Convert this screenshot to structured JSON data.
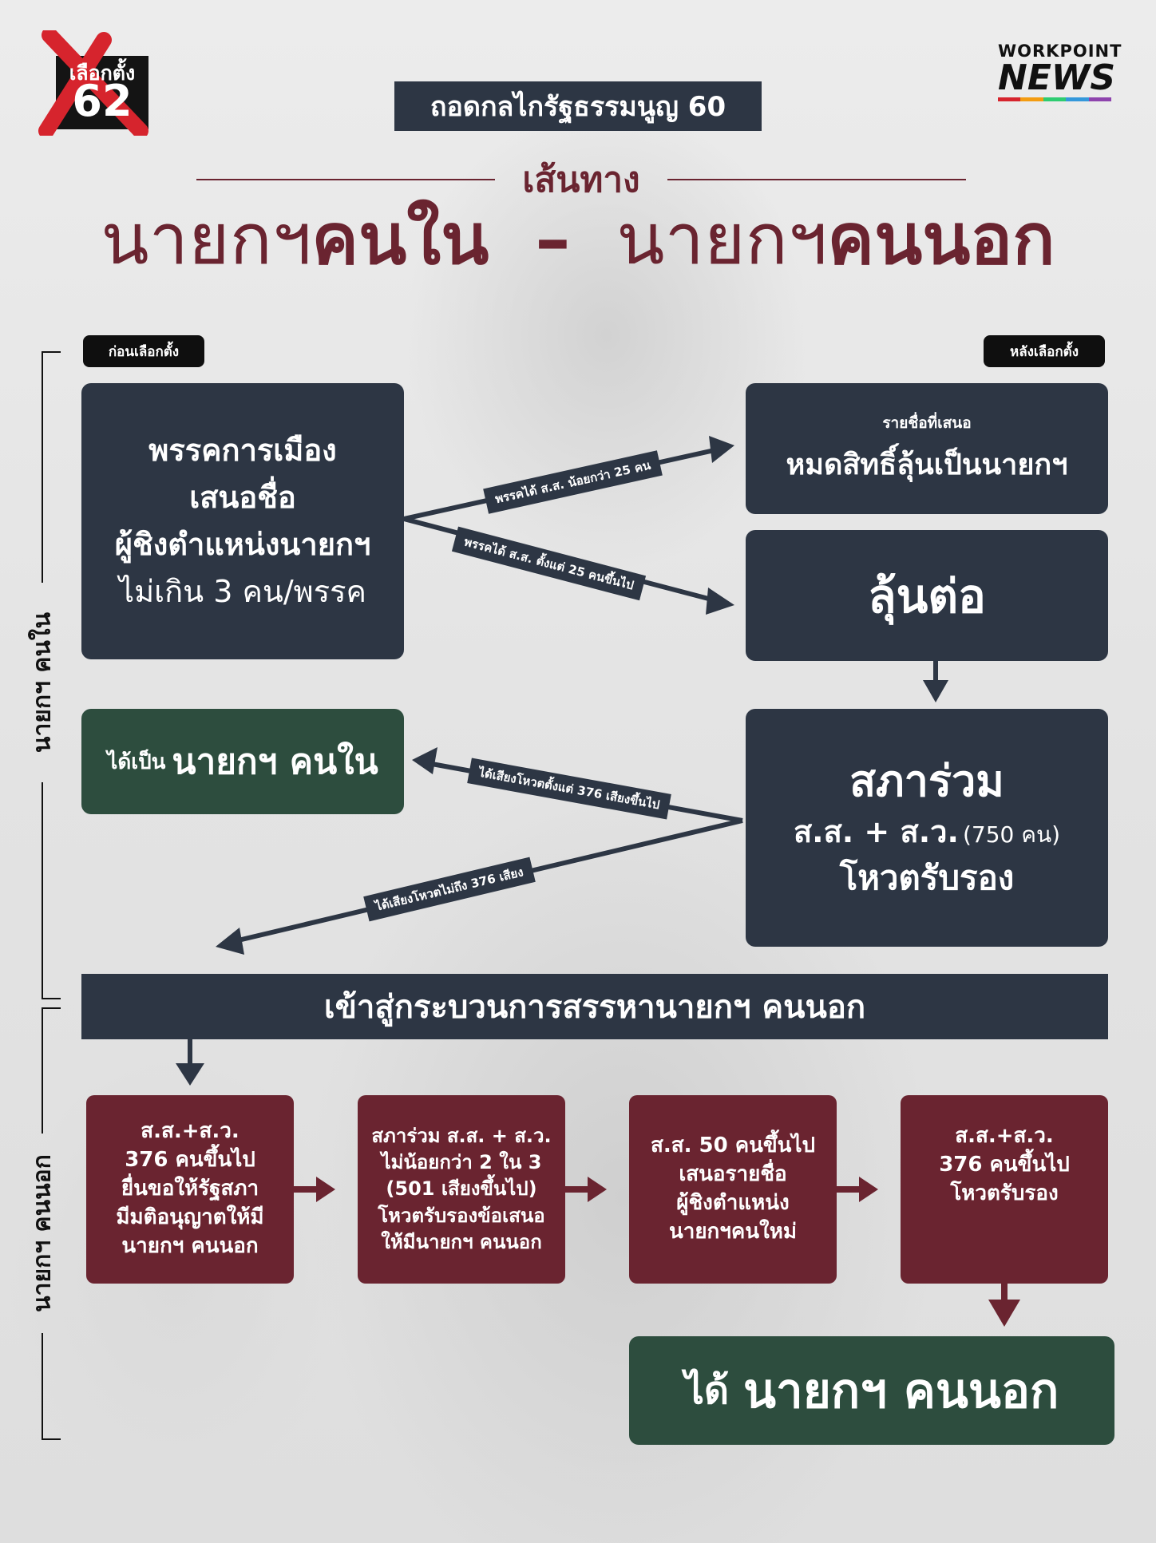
{
  "badge": {
    "line1": "เลือกตั้ง",
    "line2": "62"
  },
  "brand": {
    "line1": "WORKPOINT",
    "line2": "NEWS"
  },
  "header": {
    "subtitle": "ถอดกลไกรัฐธรรมนูญ 60",
    "kicker": "เส้นทาง",
    "title_part1": "นายกฯ",
    "title_part2": "คนใน",
    "title_dash": "–",
    "title_part3": "นายกฯ",
    "title_part4": "คนนอก"
  },
  "tags": {
    "before": "ก่อนเลือกตั้ง",
    "after": "หลังเลือกตั้ง"
  },
  "side_labels": {
    "insider": "นายกฯ คนใน",
    "outsider": "นายกฯ คนนอก"
  },
  "insider": {
    "party_box": {
      "line1": "พรรคการเมือง",
      "line2": "เสนอชื่อ",
      "line3": "ผู้ชิงตำแหน่งนายกฯ",
      "line4": "ไม่เกิน 3 คน/พรรค"
    },
    "disqualified_box": {
      "small": "รายชื่อที่เสนอ",
      "main": "หมดสิทธิ์ลุ้นเป็นนายกฯ"
    },
    "continue_box": "ลุ้นต่อ",
    "joint_box": {
      "line1": "สภาร่วม",
      "line2": "ส.ส. + ส.ว.",
      "line2b": "(750 คน)",
      "line3": "โหวตรับรอง"
    },
    "result_box": {
      "small": "ได้เป็น",
      "main": "นายกฯ คนใน"
    },
    "arrow_less25": "พรรคได้ ส.ส. น้อยกว่า 25 คน",
    "arrow_more25": "พรรคได้ ส.ส. ตั้งแต่ 25 คนขึ้นไป",
    "arrow_votes_ok": "ได้เสียงโหวตตั้งแต่ 376 เสียงขึ้นไป",
    "arrow_votes_fail": "ได้เสียงโหวตไม่ถึง 376 เสียง"
  },
  "outsider": {
    "banner": "เข้าสู่กระบวนการสรรหานายกฯ คนนอก",
    "steps": [
      [
        "ส.ส.+ส.ว.",
        "376 คนขึ้นไป",
        "ยื่นขอให้รัฐสภา",
        "มีมติอนุญาตให้มี",
        "นายกฯ คนนอก"
      ],
      [
        "สภาร่วม ส.ส. + ส.ว.",
        "ไม่น้อยกว่า 2 ใน 3",
        "(501 เสียงขึ้นไป)",
        "โหวตรับรองข้อเสนอ",
        "ให้มีนายกฯ คนนอก"
      ],
      [
        "ส.ส. 50 คนขึ้นไป",
        "เสนอรายชื่อ",
        "ผู้ชิงตำแหน่ง",
        "นายกฯคนใหม่"
      ],
      [
        "ส.ส.+ส.ว.",
        "376 คนขึ้นไป",
        "โหวตรับรอง"
      ]
    ],
    "result": {
      "small": "ได้",
      "main": "นายกฯ คนนอก"
    }
  },
  "colors": {
    "dark": "#2d3644",
    "green": "#2d4d3e",
    "maroon": "#6a2430",
    "title": "#6a2430",
    "badge_red": "#d6242d"
  }
}
